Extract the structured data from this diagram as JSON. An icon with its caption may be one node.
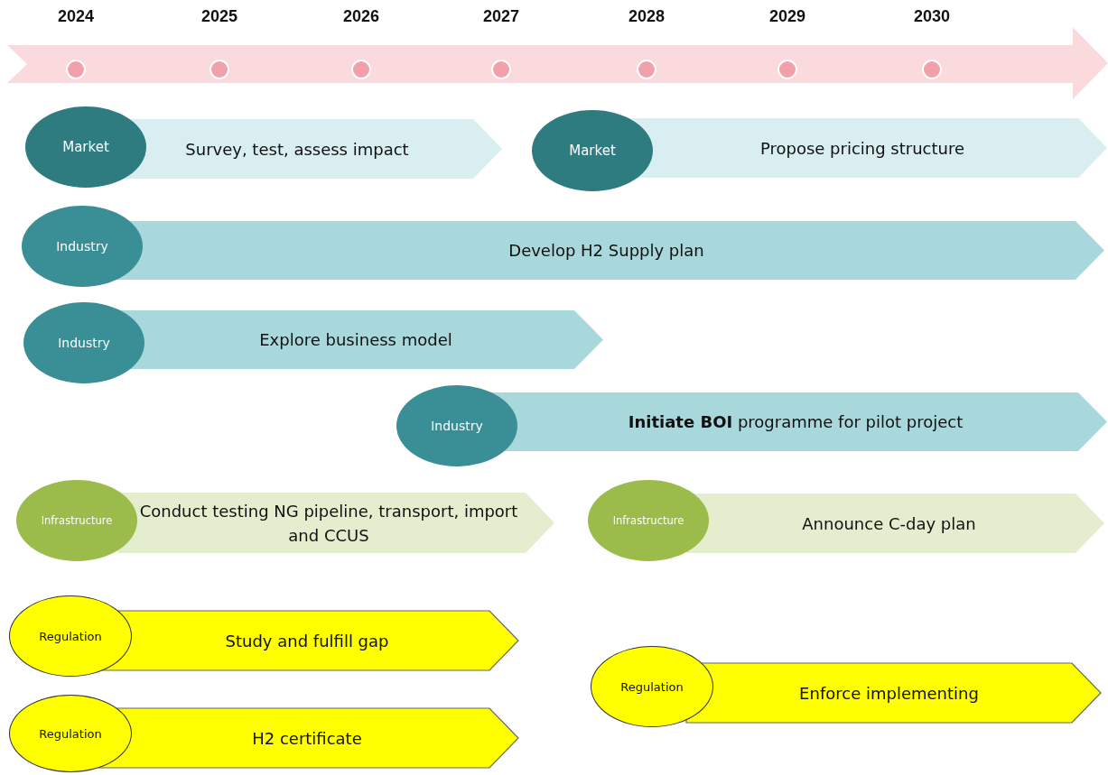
{
  "diagram": {
    "nodes": [
      {
        "text": [
          "Market"
        ]
      },
      {
        "text": [
          "Survey, test, assess impact"
        ]
      },
      {
        "text": [
          "Market"
        ]
      },
      {
        "text": [
          "Propose pricing structure"
        ]
      },
      {
        "text": [
          "Industry"
        ]
      },
      {
        "text": [
          "Develop H2 Supply plan"
        ]
      },
      {
        "text": [
          "Industry"
        ]
      },
      {
        "text": [
          "Explore business model"
        ]
      },
      {
        "text": [
          "Industry"
        ]
      },
      {
        "text": [
          "**Initiate BOI** programme for pilot project"
        ]
      },
      {
        "text": [
          "Infrastructure"
        ]
      },
      {
        "text": [
          "Conduct testing NG pipeline, transport, import and CCUS"
        ]
      },
      {
        "text": [
          "Infrastructure"
        ]
      },
      {
        "text": [
          "Announce C-day plan"
        ]
      },
      {
        "text": [
          "Regulation"
        ]
      },
      {
        "text": [
          "Study and fulfill gap"
        ]
      },
      {
        "text": [
          "Regulation"
        ]
      },
      {
        "text": [
          "Enforce implementing"
        ]
      },
      {
        "text": [
          "Regulation"
        ]
      },
      {
        "text": [
          "H2 certificate"
        ]
      }
    ],
    "labels": [
      "2024",
      "2025",
      "2026",
      "2027",
      "2028",
      "2029",
      "2030"
    ]
  }
}
